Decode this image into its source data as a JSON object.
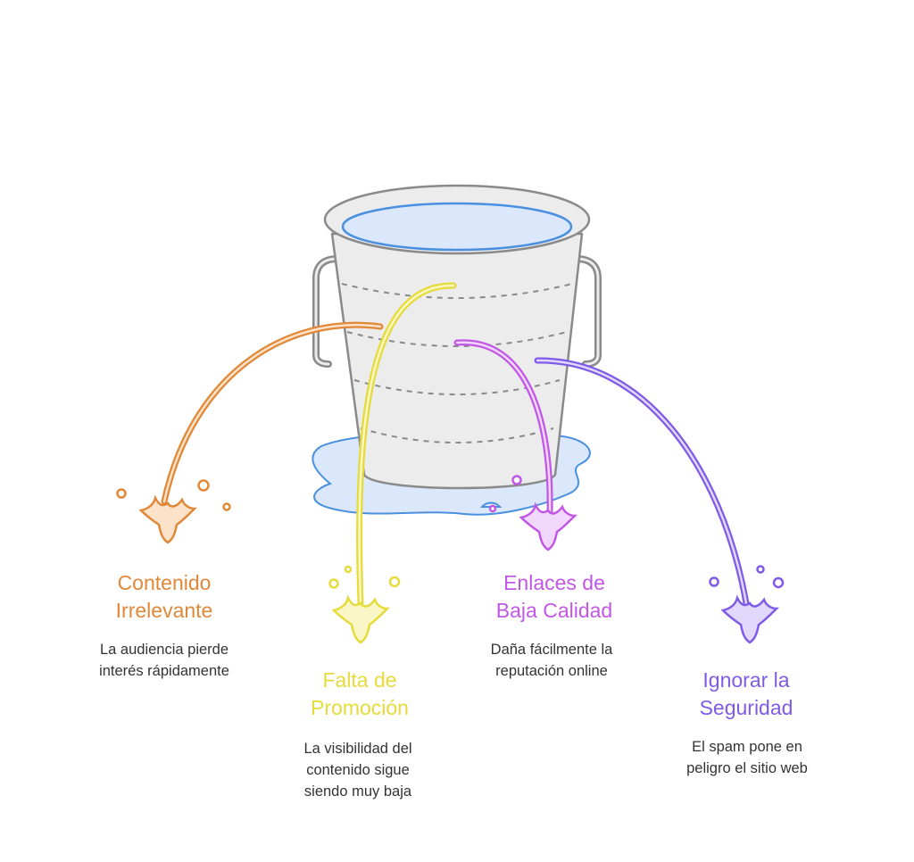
{
  "colors": {
    "bucket_stroke": "#8a8a8a",
    "bucket_fill": "#ececec",
    "water_fill": "#dbe8fb",
    "water_stroke": "#4a8fe0",
    "orange": "#e08838",
    "yellow": "#e5db3a",
    "magenta": "#c257e6",
    "violet": "#7f5ae6",
    "text": "#333333"
  },
  "items": [
    {
      "id": "contenido-irrelevante",
      "color": "#e08838",
      "title": [
        "Contenido",
        "Irrelevante"
      ],
      "description": [
        "La audiencia pierde",
        "interés rápidamente"
      ]
    },
    {
      "id": "falta-de-promocion",
      "color": "#e5db3a",
      "title": [
        "Falta de",
        "Promoción"
      ],
      "description": [
        "La visibilidad del",
        "contenido sigue",
        "siendo muy baja"
      ]
    },
    {
      "id": "enlaces-de-baja-calidad",
      "color": "#c257e6",
      "title": [
        "Enlaces de",
        "Baja Calidad"
      ],
      "description": [
        "Daña fácilmente la",
        "reputación online"
      ]
    },
    {
      "id": "ignorar-la-seguridad",
      "color": "#7f5ae6",
      "title": [
        "Ignorar la",
        "Seguridad"
      ],
      "description": [
        "El spam pone en",
        "peligro el sitio web"
      ]
    }
  ]
}
